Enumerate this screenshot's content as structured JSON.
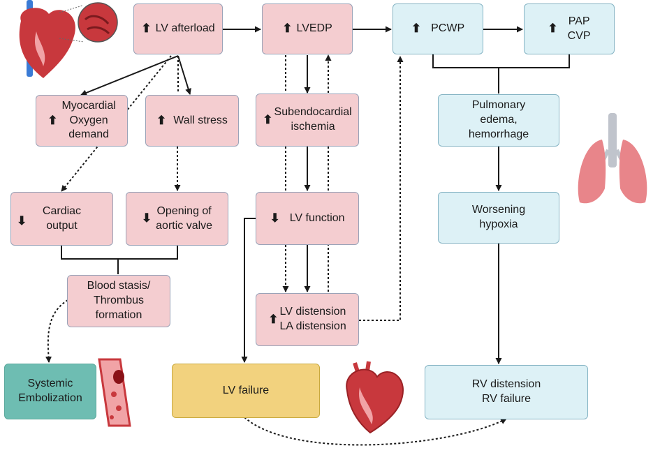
{
  "arrows": {
    "up": "⬆",
    "down": "⬇"
  },
  "nodes": {
    "lv_afterload": "LV afterload",
    "lvedp": "LVEDP",
    "pcwp": "PCWP",
    "pap_cvp": "PAP\nCVP",
    "myocardial_o2": "Myocardial\nOxygen\ndemand",
    "wall_stress": "Wall stress",
    "subendocardial": "Subendocardial\nischemia",
    "pulmonary_edema": "Pulmonary\nedema,\nhemorrhage",
    "cardiac_output": "Cardiac\noutput",
    "opening_aortic": "Opening of\naortic valve",
    "lv_function": "LV function",
    "worsening_hypoxia": "Worsening\nhypoxia",
    "blood_stasis": "Blood stasis/\nThrombus\nformation",
    "lv_la_distension": "LV distension\nLA distension",
    "systemic_embolization": "Systemic\nEmbolization",
    "lv_failure": "LV failure",
    "rv_failure": "RV distension\nRV failure"
  },
  "colors": {
    "pink": "#f4cdd0",
    "blue": "#ddf1f6",
    "teal": "#6ebdb2",
    "yellow": "#f2d27e",
    "line": "#1a1a1a",
    "heart": "#c8383d",
    "lung": "#e8858a"
  },
  "icons": [
    "heart-cross-section-icon",
    "lungs-icon",
    "blood-vessel-thrombus-icon",
    "heart-icon"
  ]
}
